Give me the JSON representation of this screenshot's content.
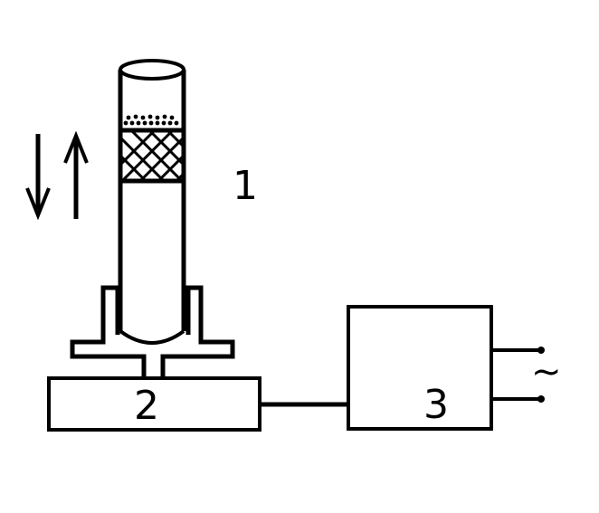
{
  "labels": {
    "tube": "1",
    "base_unit": "2",
    "supply_box": "3",
    "ac_symbol": "~"
  }
}
